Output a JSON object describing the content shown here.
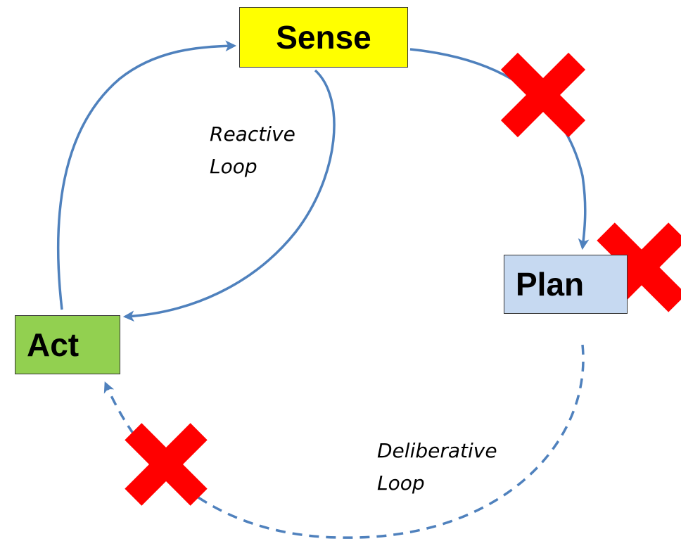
{
  "nodes": {
    "sense": {
      "label": "Sense",
      "color": "#ffff00"
    },
    "plan": {
      "label": "Plan",
      "color": "#c6d9f1"
    },
    "act": {
      "label": "Act",
      "color": "#92d050"
    }
  },
  "loops": {
    "reactive": {
      "line1": "Reactive",
      "line2": "Loop"
    },
    "deliberative": {
      "line1": "Deliberative",
      "line2": "Loop"
    }
  },
  "colors": {
    "arrow": "#4f81bd",
    "cross": "#ff0000",
    "node_border": "#333333"
  }
}
